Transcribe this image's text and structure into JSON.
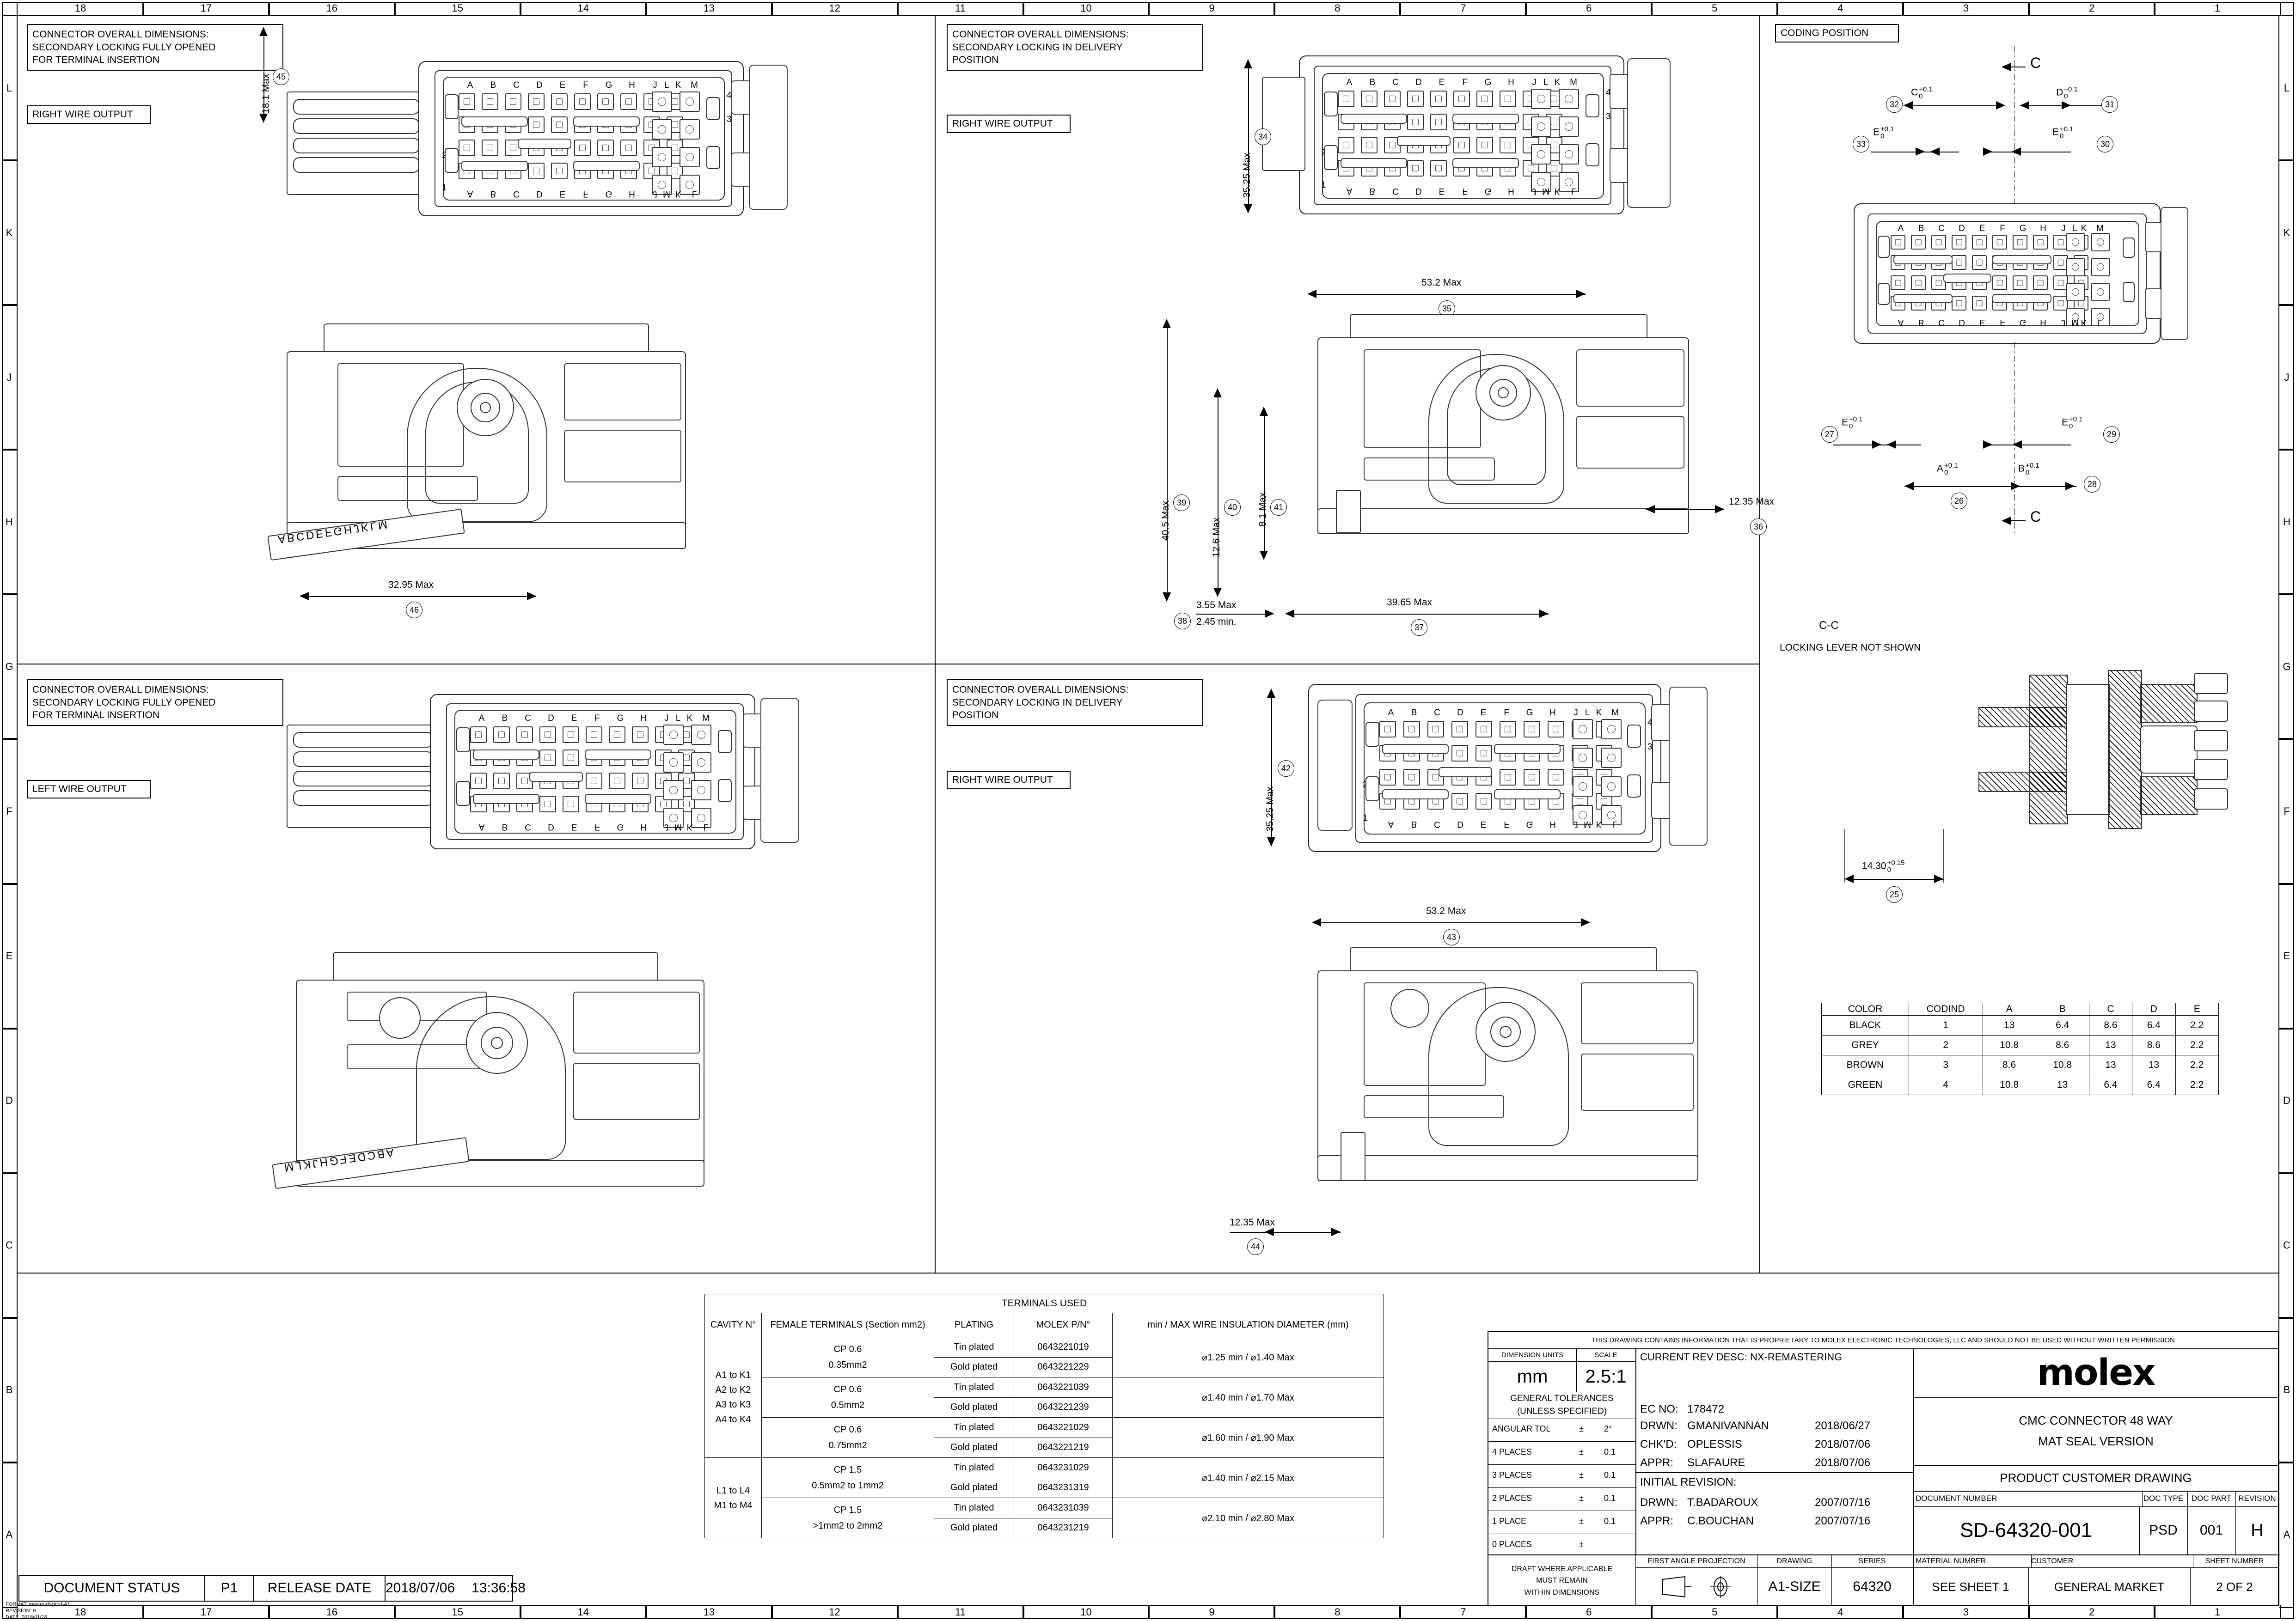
{
  "sheet": {
    "zone_columns_top": [
      "18",
      "17",
      "16",
      "15",
      "14",
      "13",
      "12",
      "11",
      "10",
      "9",
      "8",
      "7",
      "6",
      "5",
      "4",
      "3",
      "2",
      "1"
    ],
    "zone_rows": [
      "L",
      "K",
      "J",
      "H",
      "G",
      "F",
      "E",
      "D",
      "C",
      "B",
      "A"
    ]
  },
  "quadrants": {
    "top_left": {
      "note": "CONNECTOR OVERALL DIMENSIONS:\nSECONDARY LOCKING FULLY OPENED\nFOR TERMINAL INSERTION",
      "wire_output": "RIGHT WIRE OUTPUT",
      "dims": [
        {
          "value": "18.1  Max",
          "balloon": "45"
        },
        {
          "value": "32.95  Max",
          "balloon": "46"
        }
      ]
    },
    "top_mid": {
      "note": "CONNECTOR OVERALL DIMENSIONS:\nSECONDARY LOCKING IN DELIVERY\nPOSITION",
      "wire_output": "RIGHT WIRE OUTPUT",
      "dims": [
        {
          "value": "35.25 Max",
          "balloon": "34"
        },
        {
          "value": "53.2 Max",
          "balloon": "35"
        },
        {
          "value": "12.35 Max",
          "balloon": "36"
        },
        {
          "value": "39.65 Max",
          "balloon": "37"
        },
        {
          "value": "3.55 Max",
          "value2": "2.45 min.",
          "balloon": "38"
        },
        {
          "value": "40.5 Max",
          "balloon": "39"
        },
        {
          "value": "12.6 Max",
          "balloon": "40"
        },
        {
          "value": "8.1 Max",
          "balloon": "41"
        }
      ]
    },
    "bottom_left": {
      "note": "CONNECTOR OVERALL DIMENSIONS:\nSECONDARY LOCKING FULLY OPENED\nFOR TERMINAL INSERTION",
      "wire_output": "LEFT WIRE OUTPUT"
    },
    "bottom_mid": {
      "note": "CONNECTOR OVERALL DIMENSIONS:\nSECONDARY LOCKING IN DELIVERY\nPOSITION",
      "wire_output": "RIGHT WIRE OUTPUT",
      "dims": [
        {
          "value": "35.25 Max",
          "balloon": "42"
        },
        {
          "value": "53.2 Max",
          "balloon": "43"
        },
        {
          "value": "12.35 Max",
          "balloon": "44"
        }
      ]
    },
    "right": {
      "coding_label": "CODING POSITION",
      "section_arrow_top": "C",
      "section_arrow_bottom": "C",
      "section_title": "C-C",
      "section_note": "LOCKING LEVER NOT SHOWN",
      "coding_dims": [
        {
          "sym": "C",
          "tol_up": "+0.1",
          "tol_dn": "0",
          "balloon": "32"
        },
        {
          "sym": "D",
          "tol_up": "+0.1",
          "tol_dn": "0",
          "balloon": "31"
        },
        {
          "sym": "E",
          "tol_up": "+0.1",
          "tol_dn": "0",
          "balloon": "33"
        },
        {
          "sym": "E",
          "tol_up": "+0.1",
          "tol_dn": "0",
          "balloon": "30"
        },
        {
          "sym": "E",
          "tol_up": "+0.1",
          "tol_dn": "0",
          "balloon": "27"
        },
        {
          "sym": "E",
          "tol_up": "+0.1",
          "tol_dn": "0",
          "balloon": "29"
        },
        {
          "sym": "A",
          "tol_up": "+0.1",
          "tol_dn": "0",
          "balloon": "26"
        },
        {
          "sym": "B",
          "tol_up": "+0.1",
          "tol_dn": "0",
          "balloon": "28"
        }
      ],
      "section_dim": {
        "value": "14.30",
        "tol_up": "+0.15",
        "tol_dn": "0",
        "balloon": "25"
      }
    }
  },
  "connector_grid": {
    "col_labels": [
      "A",
      "B",
      "C",
      "D",
      "E",
      "F",
      "G",
      "H",
      "J",
      "K"
    ],
    "big_col_labels": [
      "L",
      "M"
    ],
    "row_labels": [
      "4",
      "3",
      "2",
      "1"
    ]
  },
  "color_table": {
    "headers": [
      "COLOR",
      "CODIND",
      "A",
      "B",
      "C",
      "D",
      "E"
    ],
    "rows": [
      [
        "BLACK",
        "1",
        "13",
        "6.4",
        "8.6",
        "6.4",
        "2.2"
      ],
      [
        "GREY",
        "2",
        "10.8",
        "8.6",
        "13",
        "8.6",
        "2.2"
      ],
      [
        "BROWN",
        "3",
        "8.6",
        "10.8",
        "13",
        "13",
        "2.2"
      ],
      [
        "GREEN",
        "4",
        "10.8",
        "13",
        "6.4",
        "6.4",
        "2.2"
      ]
    ]
  },
  "terminals_table": {
    "title": "TERMINALS USED",
    "headers": [
      "CAVITY N°",
      "FEMALE TERMINALS (Section mm2)",
      "PLATING",
      "MOLEX P/N°",
      "min / MAX WIRE INSULATION DIAMETER (mm)"
    ],
    "groups": [
      {
        "cavity": "A1 to K1\nA2 to K2\nA3 to K3\nA4 to K4",
        "terminals": [
          {
            "name": "CP 0.6\n0.35mm2",
            "diameter": "⌀1.25 min / ⌀1.40 Max",
            "platings": [
              {
                "plating": "Tin plated",
                "pn": "0643221019"
              },
              {
                "plating": "Gold plated",
                "pn": "0643221229"
              }
            ]
          },
          {
            "name": "CP 0.6\n0.5mm2",
            "diameter": "⌀1.40 min / ⌀1.70 Max",
            "platings": [
              {
                "plating": "Tin plated",
                "pn": "0643221039"
              },
              {
                "plating": "Gold plated",
                "pn": "0643221239"
              }
            ]
          },
          {
            "name": "CP 0.6\n0.75mm2",
            "diameter": "⌀1.60 min / ⌀1.90 Max",
            "platings": [
              {
                "plating": "Tin plated",
                "pn": "0643221029"
              },
              {
                "plating": "Gold plated",
                "pn": "0643221219"
              }
            ]
          }
        ]
      },
      {
        "cavity": "L1 to L4\nM1 to M4",
        "terminals": [
          {
            "name": "CP 1.5\n0.5mm2 to 1mm2",
            "diameter": "⌀1.40 min / ⌀2.15 Max",
            "platings": [
              {
                "plating": "Tin plated",
                "pn": "0643231029"
              },
              {
                "plating": "Gold plated",
                "pn": "0643231319"
              }
            ]
          },
          {
            "name": "CP 1.5\n>1mm2 to 2mm2",
            "diameter": "⌀2.10 min / ⌀2.80 Max",
            "platings": [
              {
                "plating": "Tin plated",
                "pn": "0643231039"
              },
              {
                "plating": "Gold plated",
                "pn": "0643231219"
              }
            ]
          }
        ]
      }
    ]
  },
  "title_block": {
    "proprietary": "THIS DRAWING CONTAINS INFORMATION THAT IS PROPRIETARY TO MOLEX ELECTRONIC TECHNOLOGIES, LLC AND SHOULD NOT BE USED WITHOUT WRITTEN PERMISSION",
    "dimension_units_label": "DIMENSION UNITS",
    "dimension_units": "mm",
    "scale_label": "SCALE",
    "scale": "2.5:1",
    "general_tolerances": "GENERAL TOLERANCES",
    "unless_specified": "(UNLESS SPECIFIED)",
    "tolerances": [
      {
        "label": "ANGULAR TOL",
        "pm": "±",
        "value": "2°"
      },
      {
        "label": "4 PLACES",
        "pm": "±",
        "value": "0.1"
      },
      {
        "label": "3 PLACES",
        "pm": "±",
        "value": "0.1"
      },
      {
        "label": "2 PLACES",
        "pm": "±",
        "value": "0.1"
      },
      {
        "label": "1 PLACE",
        "pm": "±",
        "value": "0.1"
      },
      {
        "label": "0 PLACES",
        "pm": "±",
        "value": ""
      }
    ],
    "draft_note": "DRAFT WHERE APPLICABLE\nMUST REMAIN\nWITHIN DIMENSIONS",
    "current_rev_desc": "CURRENT REV DESC: NX-REMASTERING",
    "ec_no_label": "EC NO:",
    "ec_no": "178472",
    "rev_rows": [
      {
        "role": "DRWN:",
        "name": "GMANIVANNAN",
        "date": "2018/06/27"
      },
      {
        "role": "CHK'D:",
        "name": "OPLESSIS",
        "date": "2018/07/06"
      },
      {
        "role": "APPR:",
        "name": "SLAFAURE",
        "date": "2018/07/06"
      }
    ],
    "initial_revision": "INITIAL REVISION:",
    "initial_rows": [
      {
        "role": "DRWN:",
        "name": "T.BADAROUX",
        "date": "2007/07/16"
      },
      {
        "role": "APPR:",
        "name": "C.BOUCHAN",
        "date": "2007/07/16"
      }
    ],
    "first_angle_projection": "FIRST ANGLE PROJECTION",
    "drawing_label": "DRAWING",
    "drawing": "A1-SIZE",
    "series_label": "SERIES",
    "series": "64320",
    "brand": "molex",
    "product_title_line1": "CMC CONNECTOR 48 WAY",
    "product_title_line2": "MAT SEAL VERSION",
    "doc_kind": "PRODUCT CUSTOMER DRAWING",
    "document_number_label": "DOCUMENT NUMBER",
    "document_number": "SD-64320-001",
    "doc_type_label": "DOC TYPE",
    "doc_type": "PSD",
    "doc_part_label": "DOC PART",
    "doc_part": "001",
    "revision_label": "REVISION",
    "revision": "H",
    "material_number_label": "MATERIAL NUMBER",
    "material_number": "SEE SHEET 1",
    "customer_label": "CUSTOMER",
    "customer": "GENERAL MARKET",
    "sheet_number_label": "SHEET NUMBER",
    "sheet_number": "2 OF 2"
  },
  "status_bar": {
    "document_status_label": "DOCUMENT STATUS",
    "document_status": "P1",
    "release_date_label": "RELEASE DATE",
    "release_date": "2018/07/06",
    "release_time": "13:36:58",
    "format_note": "FORMAT: master-tb-prod-A1\nREVISION: H\nDATE: 2018/01/18"
  }
}
